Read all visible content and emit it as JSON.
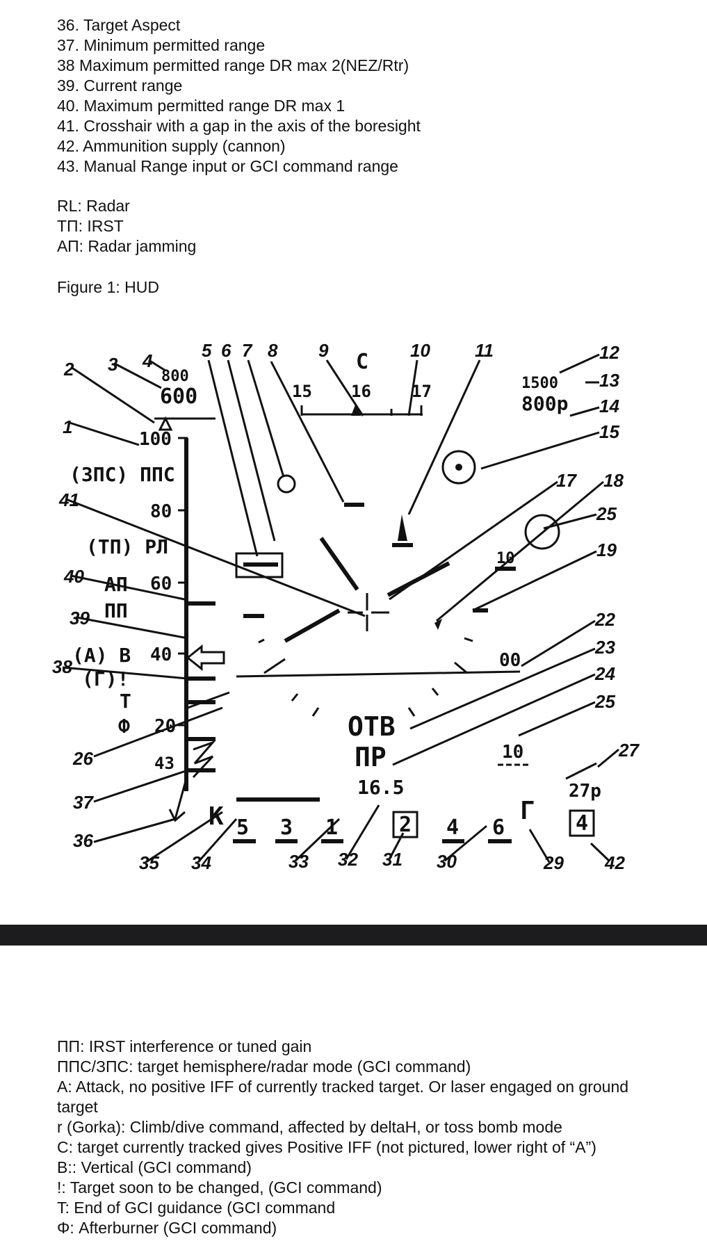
{
  "legend_top": [
    "36. Target Aspect",
    "37. Minimum permitted range",
    "38 Maximum permitted range DR max 2(NEZ/Rtr)",
    "39. Current range",
    "40. Maximum permitted range DR max 1",
    "41. Crosshair with a gap in the axis of the boresight",
    "42. Ammunition supply (cannon)",
    "43. Manual Range input or GCI command range"
  ],
  "abbreviations": [
    "RL: Radar",
    "ТП: IRST",
    "АП: Radar jamming"
  ],
  "figure_caption": "Figure 1: HUD",
  "hud": {
    "callouts": [
      "1",
      "2",
      "3",
      "4",
      "5",
      "6",
      "7",
      "8",
      "9",
      "10",
      "11",
      "12",
      "13",
      "14",
      "15",
      "17",
      "18",
      "25",
      "19",
      "22",
      "23",
      "24",
      "25",
      "27",
      "41",
      "40",
      "39",
      "38",
      "26",
      "37",
      "36",
      "35",
      "34",
      "33",
      "32",
      "31",
      "30",
      "29",
      "42"
    ],
    "letter_c": "C",
    "heading_ticks": [
      "15",
      "16",
      "17"
    ],
    "alt_top": "800",
    "alt_main": "600",
    "right_top_1": "1500",
    "right_top_2": "800p",
    "scale_100": "100",
    "scale_80": "80",
    "scale_60": "60",
    "scale_40": "40",
    "scale_20": "20",
    "zps_pps": "(ЗПС) ППС",
    "tp_rl": "(ТП) РЛ",
    "ap": "АП",
    "pp": "ПП",
    "ab": "(А) В",
    "g_bang": "(Г)!",
    "t_letter": "Т",
    "f_letter": "Ф",
    "num_43": "43",
    "small_10": "10",
    "double_zero": "00",
    "otv": "ОТВ",
    "pr": "ПР",
    "range_value": "16.5",
    "mid_10": "10",
    "ammo_27p": "27р",
    "box_2": "2",
    "box_4": "4",
    "bottom_5": "5",
    "bottom_3": "3",
    "bottom_1": "1",
    "bottom_4": "4",
    "bottom_6": "6",
    "k_letter": "К",
    "gamma_letter": "Г"
  },
  "legend_bottom": [
    "ПП: IRST interference or tuned gain",
    "ППС/ЗПС: target hemisphere/radar mode (GCI command)",
    "A: Attack, no positive IFF of currently tracked target. Or laser engaged on ground target",
    "r (Gorka): Climb/dive command, affected by deltaH, or toss bomb mode",
    "C: target currently tracked gives Positive IFF (not pictured, lower right of “A”)",
    "B:: Vertical (GCI command)",
    "!: Target soon to be changed, (GCI command)",
    "T: End of GCI guidance (GCI command",
    "Φ: Afterburner (GCI command)"
  ]
}
